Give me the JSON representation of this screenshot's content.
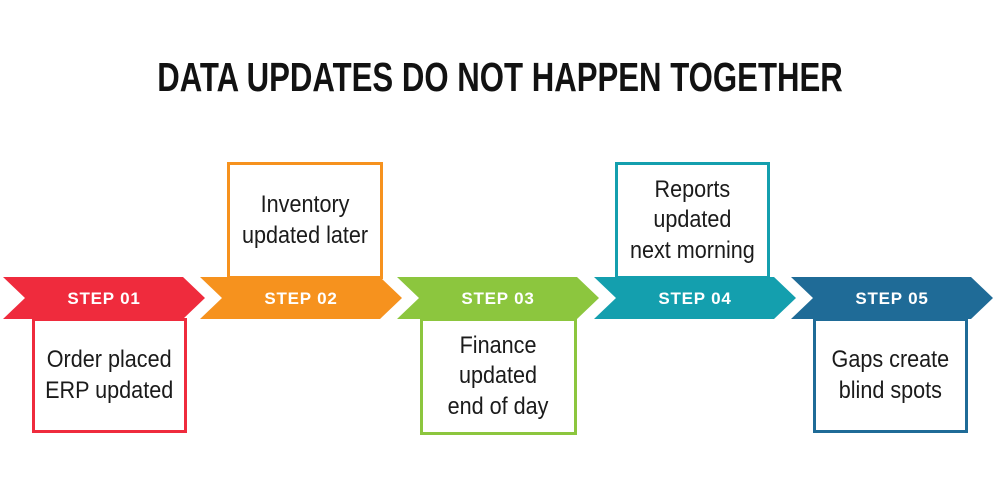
{
  "title": "DATA UPDATES DO NOT HAPPEN TOGETHER",
  "steps": [
    {
      "label": "STEP 01",
      "color": "#EF2B3D",
      "note": "Order placed\nERP updated",
      "note_position": "below"
    },
    {
      "label": "STEP 02",
      "color": "#F6921E",
      "note": "Inventory\nupdated later",
      "note_position": "above"
    },
    {
      "label": "STEP 03",
      "color": "#8CC63E",
      "note": "Finance\nupdated\nend of day",
      "note_position": "below"
    },
    {
      "label": "STEP 04",
      "color": "#149FAE",
      "note": "Reports\nupdated\nnext morning",
      "note_position": "above"
    },
    {
      "label": "STEP 05",
      "color": "#1F6B97",
      "note": "Gaps create\nblind spots",
      "note_position": "below"
    }
  ]
}
